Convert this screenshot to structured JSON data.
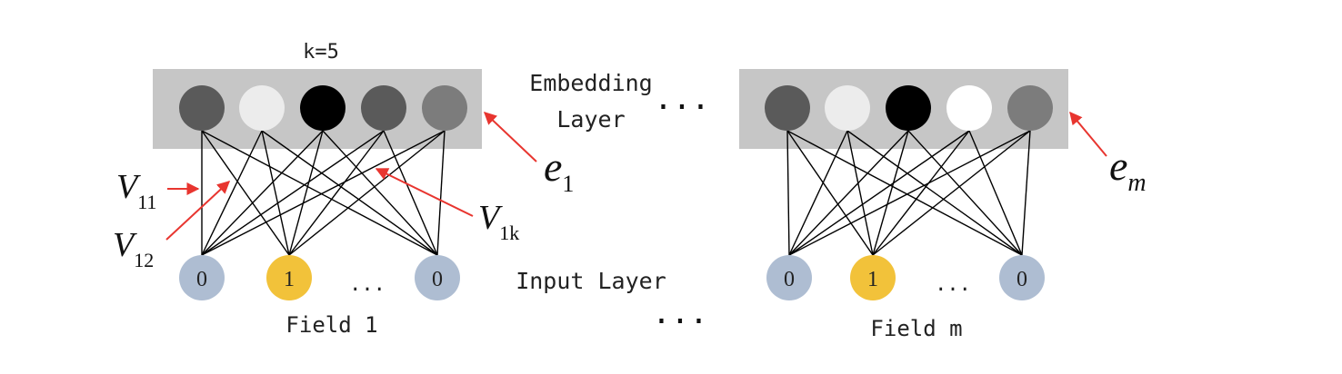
{
  "embedding": {
    "k_label": "k=5",
    "layer_label_line1": "Embedding",
    "layer_label_line2": "Layer",
    "mid_ellipsis": "..."
  },
  "input": {
    "layer_label": "Input Layer",
    "bottom_ellipsis": "..."
  },
  "fields": [
    {
      "name": "Field 1",
      "embedding_symbol": "e",
      "embedding_subscript": "1",
      "embedding_colors": [
        "#5a5a5a",
        "#ececec",
        "#000000",
        "#5a5a5a",
        "#7c7c7c"
      ],
      "inputs": [
        {
          "value": "0",
          "color": "#aebdd2"
        },
        {
          "value": "1",
          "color": "#f2c23a"
        },
        {
          "value": "0",
          "color": "#aebdd2"
        }
      ],
      "input_ellipsis": "...",
      "weights": [
        {
          "symbol": "V",
          "subscript": "11"
        },
        {
          "symbol": "V",
          "subscript": "12"
        },
        {
          "symbol": "V",
          "subscript": "1k"
        }
      ]
    },
    {
      "name": "Field m",
      "embedding_symbol": "e",
      "embedding_subscript": "m",
      "embedding_colors": [
        "#5a5a5a",
        "#ececec",
        "#000000",
        "#ffffff",
        "#7c7c7c"
      ],
      "inputs": [
        {
          "value": "0",
          "color": "#aebdd2"
        },
        {
          "value": "1",
          "color": "#f2c23a"
        },
        {
          "value": "0",
          "color": "#aebdd2"
        }
      ],
      "input_ellipsis": "..."
    }
  ],
  "colors": {
    "embedding_box": "#c6c6c6",
    "arrow": "#e8352f",
    "connection": "#000000"
  }
}
